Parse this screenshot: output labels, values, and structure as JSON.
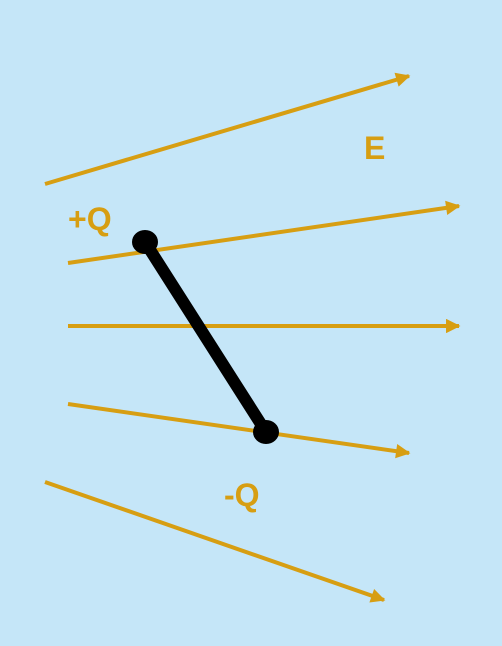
{
  "colors": {
    "background": "#c5e6f8",
    "field_lines": "#d79e12",
    "labels": "#d79e12",
    "dipole": "#000000"
  },
  "labels": {
    "field": "E",
    "positive_charge": "+Q",
    "negative_charge": "-Q"
  },
  "field_line_count": 5,
  "icons": {
    "field_line_arrowhead": "arrowhead-icon",
    "charge_dot": "filled-circle-icon"
  }
}
